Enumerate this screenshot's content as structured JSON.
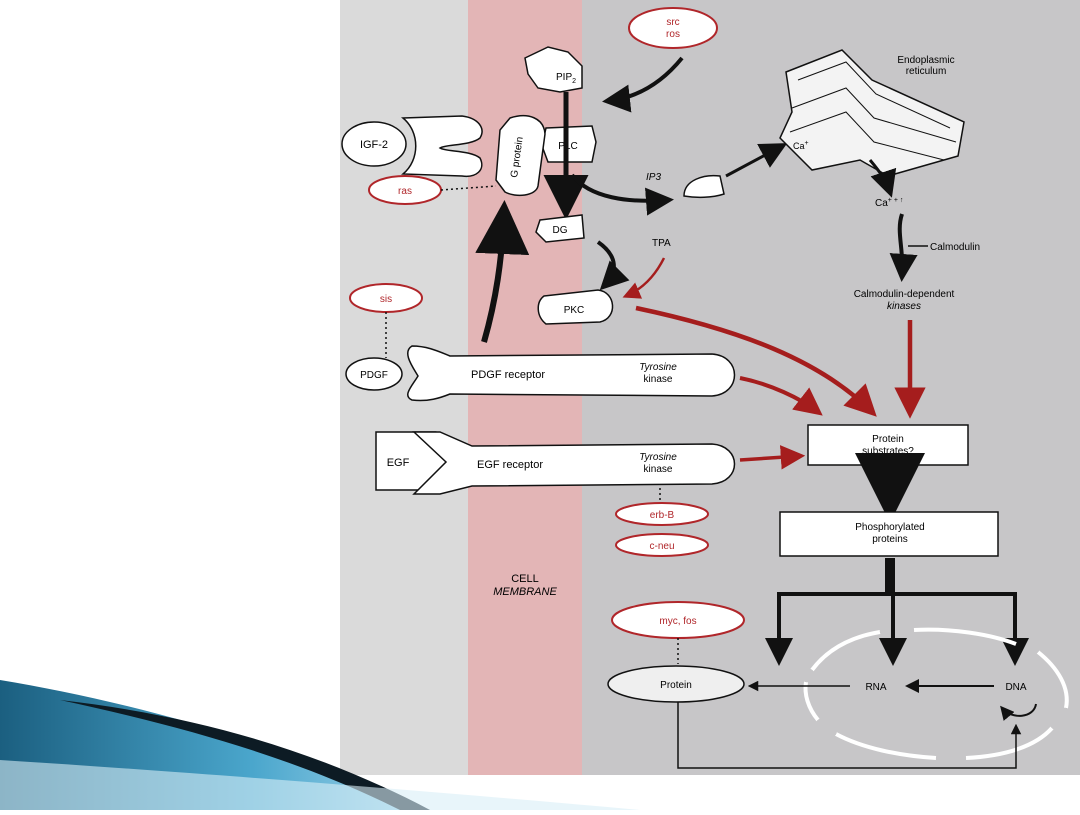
{
  "diagram": {
    "oncogenes": {
      "src_line1": "src",
      "src_line2": "ros",
      "ras": "ras",
      "sis": "sis",
      "erb_b": "erb-B",
      "c_neu": "c-neu",
      "myc_fos": "myc, fos"
    },
    "molecules": {
      "pip2_base": "PIP",
      "pip2_sub": "2",
      "plc": "PLC",
      "g_protein": "G protein",
      "igf2": "IGF-2",
      "dg": "DG",
      "pkc": "PKC",
      "ip3": "IP3",
      "tpa": "TPA",
      "pdgf": "PDGF",
      "pdgf_receptor": "PDGF receptor",
      "egf": "EGF",
      "egf_receptor": "EGF receptor",
      "tyrosine": "Tyrosine",
      "kinase": "kinase"
    },
    "er": {
      "line1": "Endoplasmic",
      "line2": "reticulum",
      "ca_inside": "Ca",
      "ca_inside_sup": "+",
      "ca_out": "Ca",
      "ca_out_sup": "+ + ↑"
    },
    "calmodulin": "Calmodulin",
    "cdk_line1": "Calmodulin-dependent",
    "cdk_line2": "kinases",
    "protein_substrates_line1": "Protein",
    "protein_substrates_line2": "substrates?",
    "phospho_line1": "Phosphorylated",
    "phospho_line2": "proteins",
    "membrane_line1": "CELL",
    "membrane_line2": "MEMBRANE",
    "protein": "Protein",
    "rna": "RNA",
    "dna": "DNA"
  },
  "colors": {
    "membrane": "#e3b5b6",
    "cytoplasm": "#c7c6c8",
    "exterior": "#dadada",
    "red_arrow": "#a51d1d",
    "oncogene_outline": "#b0262a",
    "slide_blue": "#1f6e91"
  }
}
